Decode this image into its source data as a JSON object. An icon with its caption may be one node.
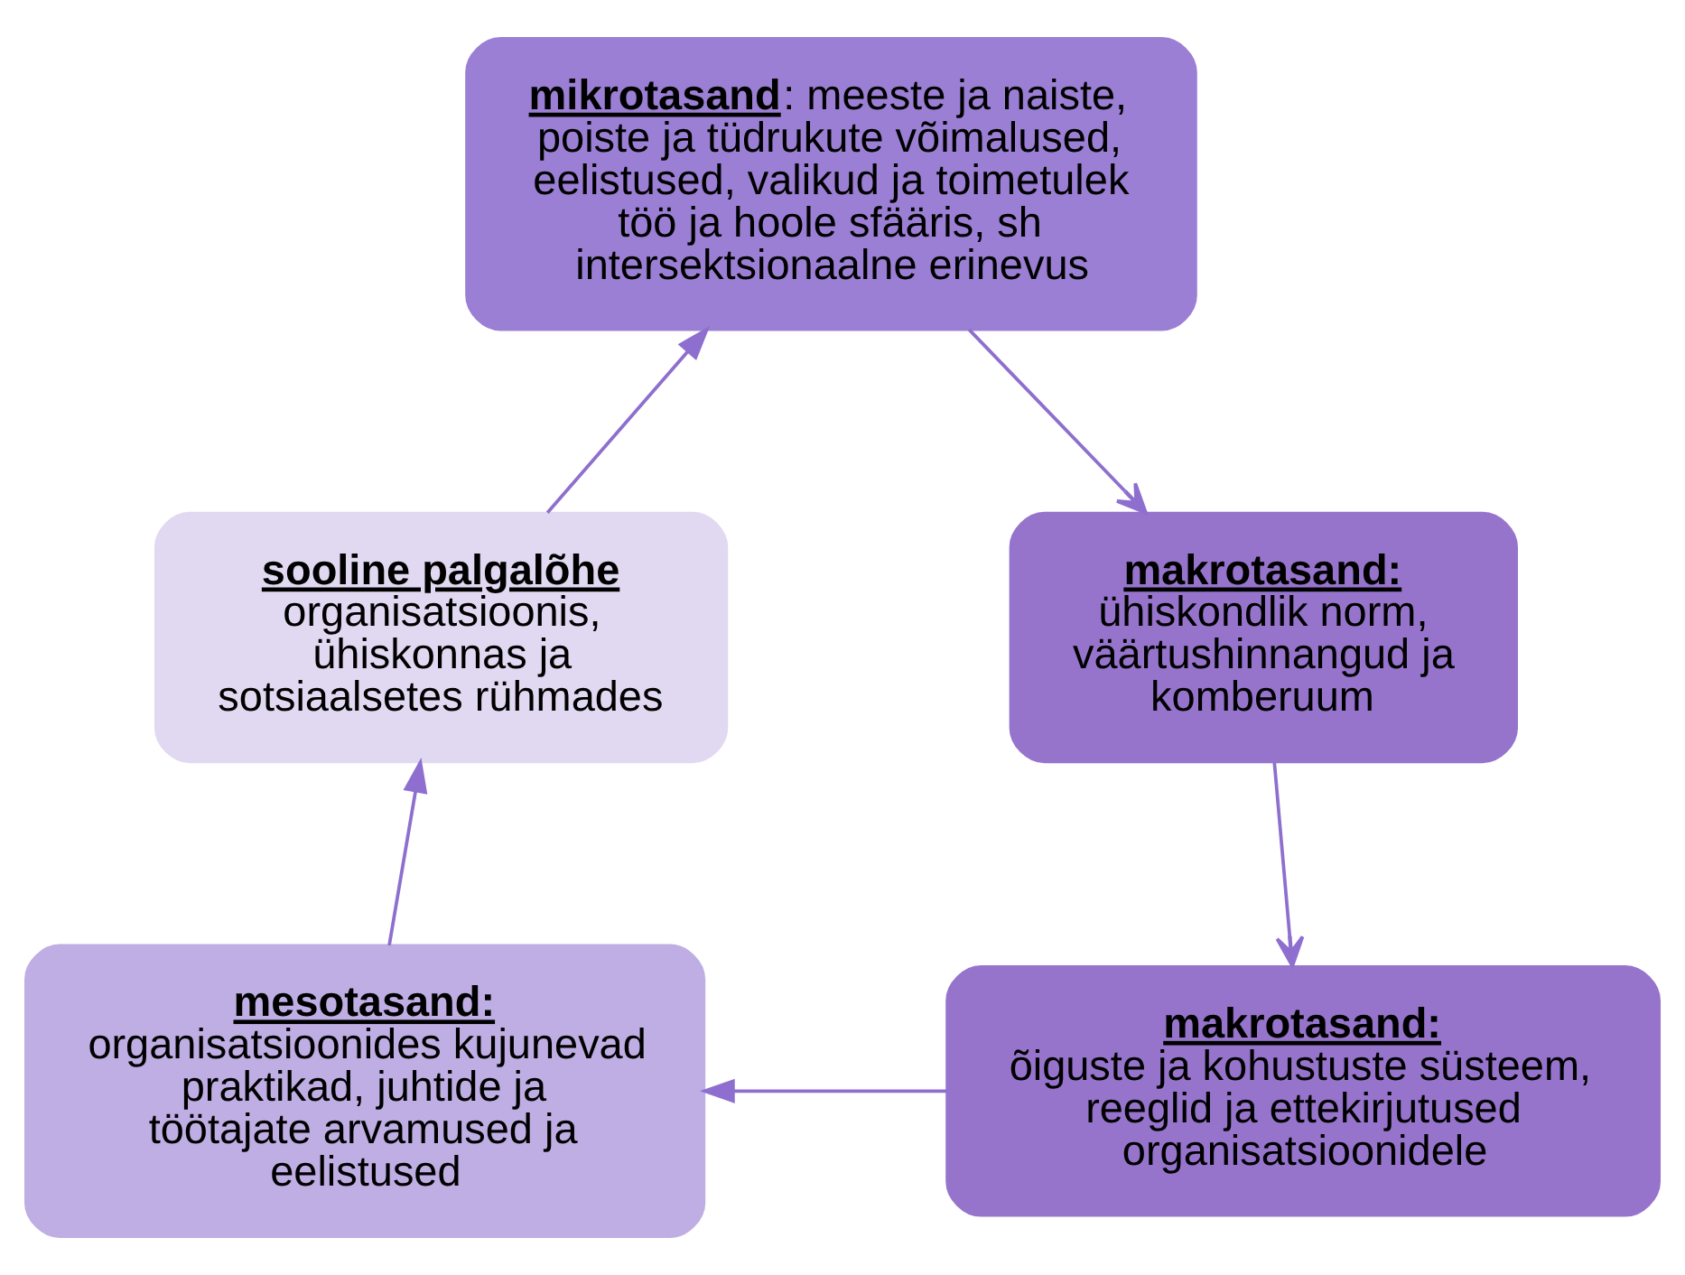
{
  "diagram": {
    "nodes": [
      {
        "text": [
          "**mikrotasand**: meeste ja naiste, poiste ja tüdrukute võimalused, eelistused, valikud ja toimetulek töö ja hoole sfääris, sh intersektsionaalne erinevus"
        ]
      },
      {
        "text": [
          "**makrotasand:** ühiskondlik norm, väärtushinnangud ja komberuum"
        ]
      },
      {
        "text": [
          "**makrotasand:**",
          "õiguste ja kohustuste süsteem, reeglid ja ettekirjutused organisatsioonidele"
        ]
      },
      {
        "text": [
          "**mesotasand:**",
          "organisatsioonides kujunevad praktikad, juhtide ja töötajate arvamused ja eelistused"
        ]
      },
      {
        "text": [
          "**sooline palgalõhe**",
          "organisatsioonis, ühiskonnas ja sotsiaalsetes rühmades"
        ]
      }
    ],
    "edges": [
      {
        "from": 0,
        "to": 1,
        "arrow": "to"
      },
      {
        "from": 1,
        "to": 2,
        "arrow": "to"
      },
      {
        "from": 2,
        "to": 3,
        "arrow": "to"
      },
      {
        "from": 3,
        "to": 4,
        "arrow": "to"
      },
      {
        "from": 4,
        "to": 0,
        "arrow": "to"
      }
    ]
  }
}
